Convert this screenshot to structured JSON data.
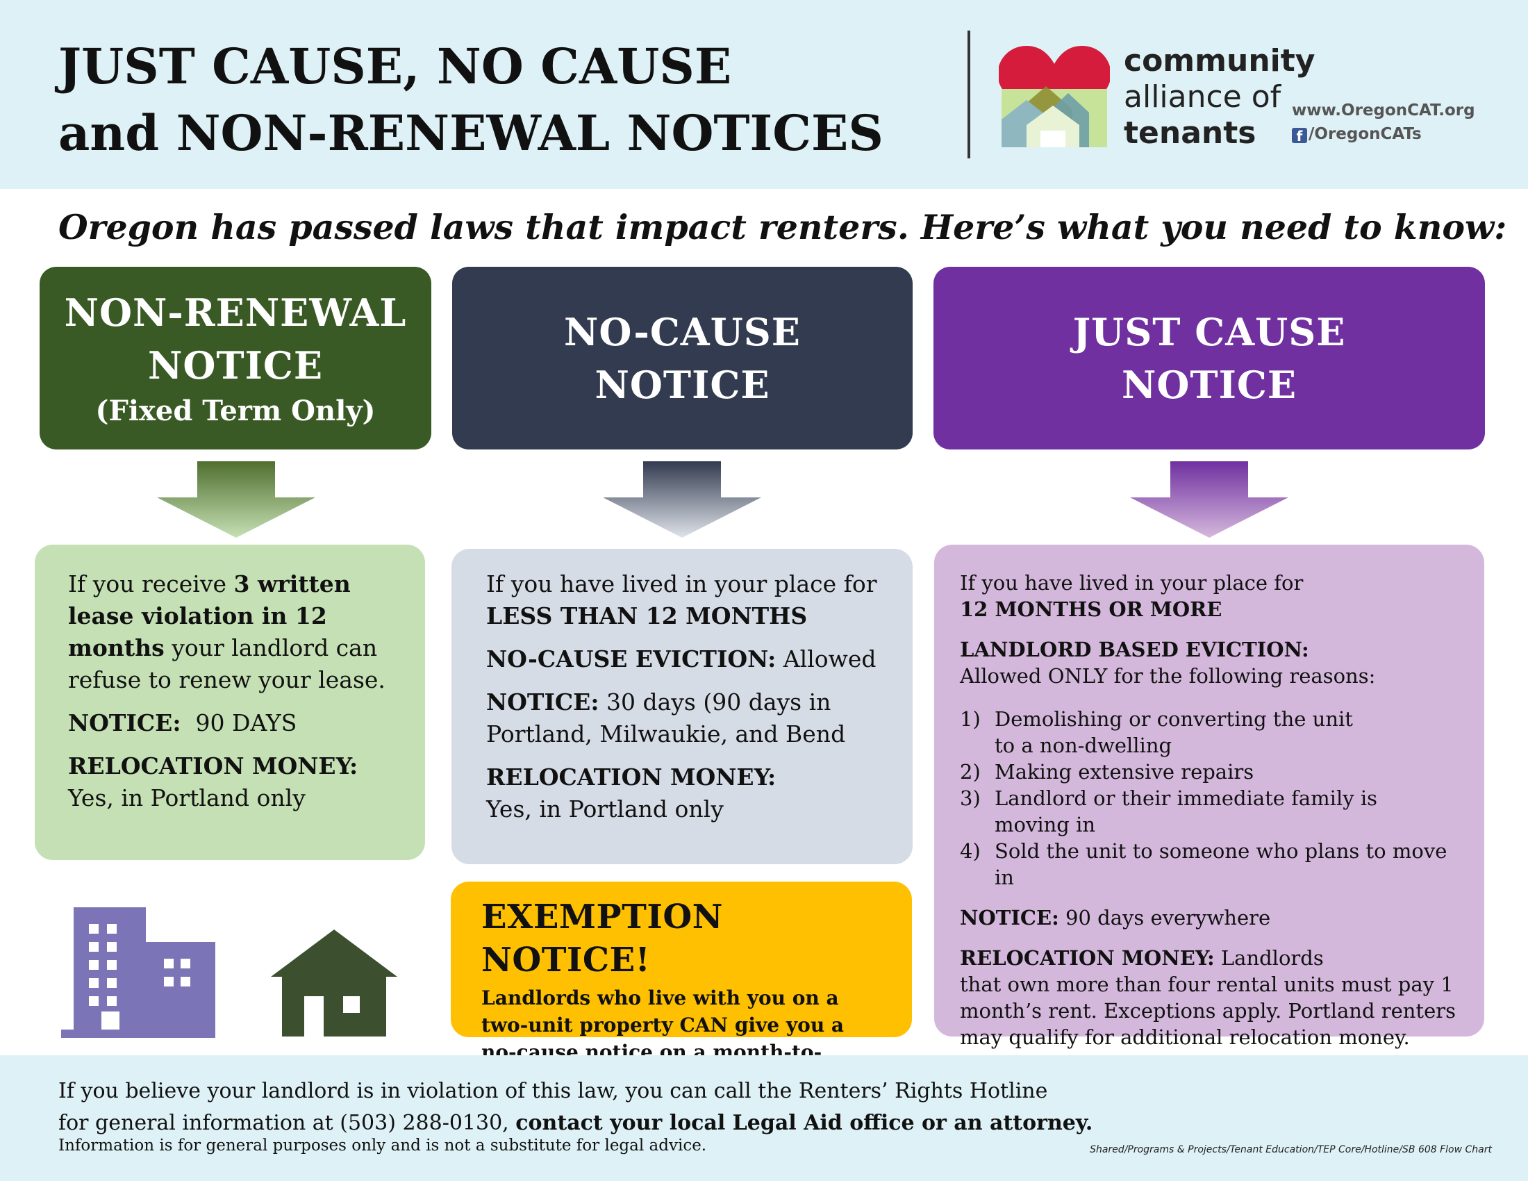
{
  "header": {
    "title_line1": "JUST CAUSE, NO CAUSE",
    "title_line2": "and NON-RENEWAL NOTICES",
    "org_line1": "community",
    "org_line2": "alliance of",
    "org_line3": "tenants",
    "website": "www.OregonCAT.org",
    "facebook": "/OregonCATs",
    "logo_icon": "heart-house-logo",
    "facebook_icon": "facebook-icon"
  },
  "subtitle": "Oregon has passed laws that impact renters. Here’s what you need to know:",
  "columns": [
    {
      "heading_line1": "NON-RENEWAL",
      "heading_line2": "NOTICE",
      "heading_sub": "(Fixed Term Only)",
      "color": "#3a5a25",
      "body_prefix": "If you receive ",
      "body_bold": "3 written lease violation in 12 months",
      "body_suffix": " your landlord can refuse to renew your lease.",
      "notice_label": "NOTICE:",
      "notice_value": "  90 DAYS",
      "relocation_label": "RELOCATION MONEY:",
      "relocation_value": "Yes, in Portland only"
    },
    {
      "heading_line1": "NO-CAUSE",
      "heading_line2": "NOTICE",
      "color": "#323b4f",
      "lived_text": "If you have lived in your place for",
      "lived_bold": "LESS THAN 12 MONTHS",
      "eviction_label": "NO-CAUSE EVICTION:",
      "eviction_value": " Allowed",
      "notice_label": "NOTICE:",
      "notice_value": " 30 days (90 days in Portland, Milwaukie, and Bend",
      "relocation_label": "RELOCATION MONEY:",
      "relocation_value": "Yes, in Portland only"
    },
    {
      "heading_line1": "JUST CAUSE",
      "heading_line2": "NOTICE",
      "color": "#7030a0",
      "lived_text": "If you have lived in your place for",
      "lived_bold": "12 MONTHS OR MORE",
      "eviction_label": "LANDLORD BASED EVICTION:",
      "eviction_value": "Allowed ONLY for the following reasons:",
      "reasons": [
        {
          "num": "1)",
          "line1": "Demolishing or converting the unit",
          "line2": "to a non-dwelling"
        },
        {
          "num": "2)",
          "line1": "Making extensive repairs",
          "line2": ""
        },
        {
          "num": "3)",
          "line1": "Landlord or their immediate family is moving in",
          "line2": ""
        },
        {
          "num": "4)",
          "line1": "Sold the unit to someone who plans to move in",
          "line2": ""
        }
      ],
      "notice_label": "NOTICE:",
      "notice_value": " 90 days everywhere",
      "relocation_label": "RELOCATION MONEY:",
      "relocation_value_line1": " Landlords",
      "relocation_value_rest": "that own more than four rental units must pay 1 month’s rent. Exceptions apply. Portland renters may qualify for additional relocation money."
    }
  ],
  "exemption": {
    "title": "EXEMPTION NOTICE!",
    "body": "Landlords who live with you on a two-unit property CAN give you a no-cause notice on a month-to-month lease."
  },
  "icons": {
    "building": "apartment-building-icon",
    "house": "house-icon",
    "building_color": "#7b74b6",
    "house_color": "#3c5030"
  },
  "footer": {
    "line1": "If you believe your landlord is in violation of this law, you can call the Renters’ Rights Hotline",
    "line2_prefix": "for general information at (503) 288-0130, ",
    "line2_bold": "contact your local Legal Aid office or an attorney.",
    "disclaimer": "Information is for general purposes only and is not a substitute for legal advice.",
    "path": "Shared/Programs & Projects/Tenant Education/TEP Core/Hotline/SB 608 Flow Chart"
  }
}
